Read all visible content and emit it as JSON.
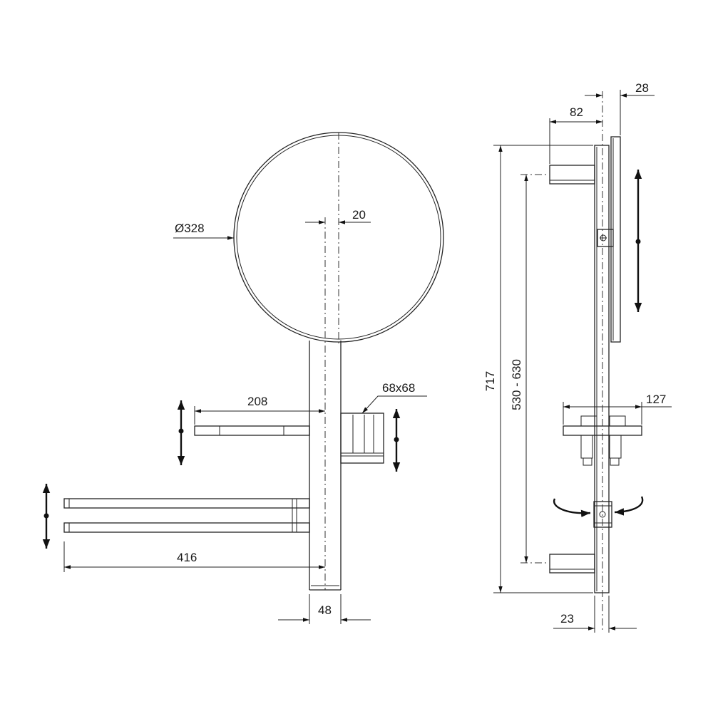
{
  "dimensions": {
    "mirror_diameter": "Ø328",
    "mirror_offset": "20",
    "shelf_width": "208",
    "cup_size": "68x68",
    "towel_bar_width": "416",
    "pole_width": "48",
    "wall_offset": "82",
    "mirror_depth": "28",
    "total_height": "717",
    "mount_range": "530 - 630",
    "shelf_depth": "127",
    "pole_depth": "23"
  }
}
